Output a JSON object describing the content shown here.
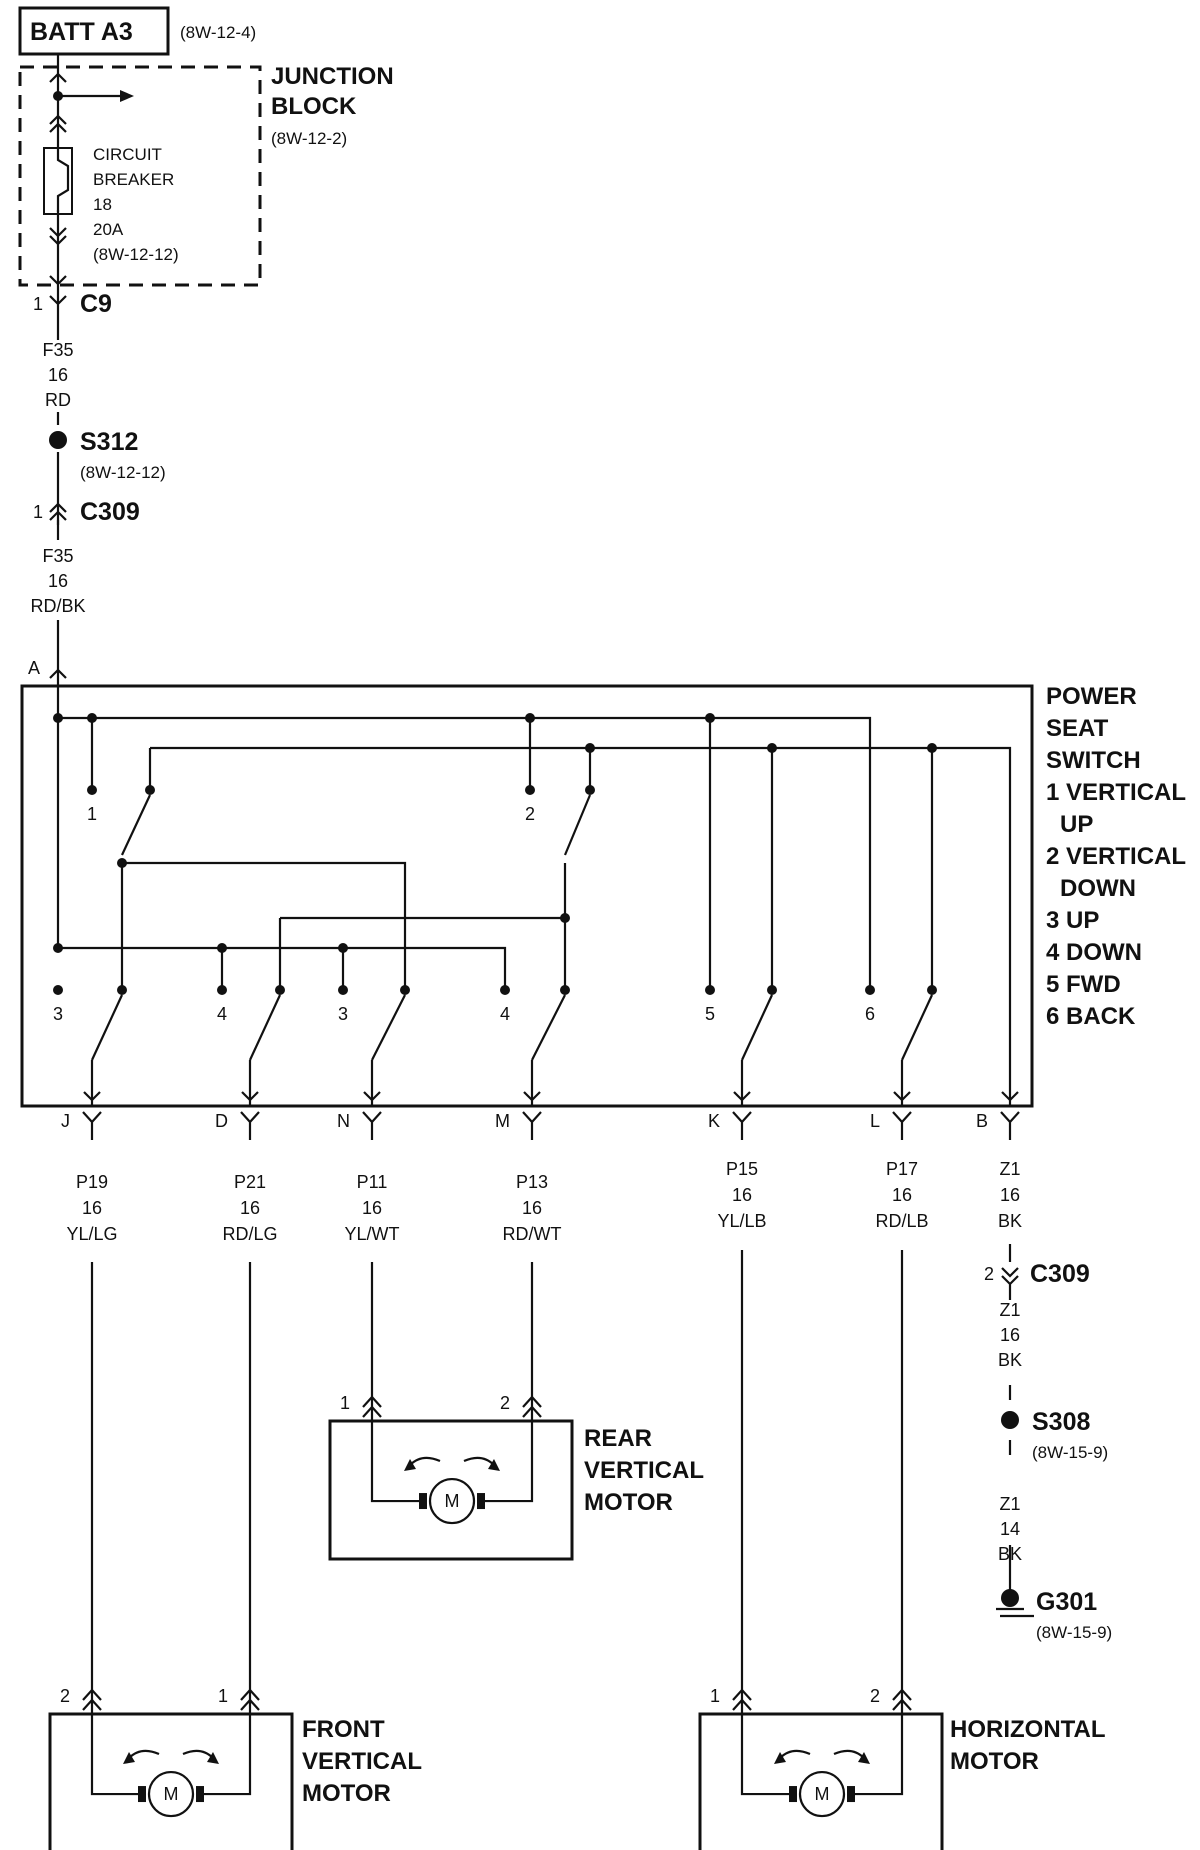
{
  "source": {
    "label": "BATT A3",
    "ref": "(8W-12-4)"
  },
  "junction_block": {
    "name_line1": "JUNCTION",
    "name_line2": "BLOCK",
    "ref": "(8W-12-2)"
  },
  "circuit_breaker": {
    "line1": "CIRCUIT",
    "line2": "BREAKER",
    "number": "18",
    "rating": "20A",
    "ref": "(8W-12-12)"
  },
  "connectors": {
    "c9": {
      "label": "C9",
      "pin": "1"
    },
    "c309_top": {
      "label": "C309",
      "pin": "1"
    },
    "c309_ground": {
      "label": "C309",
      "pin": "2"
    }
  },
  "splices": {
    "s312": {
      "label": "S312",
      "ref": "(8W-12-12)"
    },
    "s308": {
      "label": "S308",
      "ref": "(8W-15-9)"
    }
  },
  "ground": {
    "label": "G301",
    "ref": "(8W-15-9)"
  },
  "feed_wires": {
    "upper": {
      "circuit": "F35",
      "gauge": "16",
      "color": "RD"
    },
    "lower": {
      "circuit": "F35",
      "gauge": "16",
      "color": "RD/BK"
    }
  },
  "switch": {
    "input_pin": "A",
    "title_lines": [
      "POWER",
      "SEAT",
      "SWITCH",
      "1 VERTICAL",
      "UP",
      "2 VERTICAL",
      "DOWN",
      "3 UP",
      "4 DOWN",
      "5 FWD",
      "6 BACK"
    ],
    "contact_labels": [
      "1",
      "2",
      "3",
      "4",
      "3",
      "4",
      "5",
      "6"
    ]
  },
  "output_wires": [
    {
      "pin": "J",
      "circuit": "P19",
      "gauge": "16",
      "color": "YL/LG"
    },
    {
      "pin": "D",
      "circuit": "P21",
      "gauge": "16",
      "color": "RD/LG"
    },
    {
      "pin": "N",
      "circuit": "P11",
      "gauge": "16",
      "color": "YL/WT"
    },
    {
      "pin": "M",
      "circuit": "P13",
      "gauge": "16",
      "color": "RD/WT"
    },
    {
      "pin": "K",
      "circuit": "P15",
      "gauge": "16",
      "color": "YL/LB"
    },
    {
      "pin": "L",
      "circuit": "P17",
      "gauge": "16",
      "color": "RD/LB"
    },
    {
      "pin": "B",
      "circuit": "Z1",
      "gauge": "16",
      "color": "BK"
    }
  ],
  "ground_wires": [
    {
      "circuit": "Z1",
      "gauge": "16",
      "color": "BK"
    },
    {
      "circuit": "Z1",
      "gauge": "14",
      "color": "BK"
    }
  ],
  "motors": {
    "rear": {
      "name_lines": [
        "REAR",
        "VERTICAL",
        "MOTOR"
      ],
      "pin_left": "1",
      "pin_right": "2",
      "symbol": "M"
    },
    "front": {
      "name_lines": [
        "FRONT",
        "VERTICAL",
        "MOTOR"
      ],
      "pin_left": "2",
      "pin_right": "1",
      "symbol": "M"
    },
    "horizontal": {
      "name_lines": [
        "HORIZONTAL",
        "MOTOR"
      ],
      "pin_left": "1",
      "pin_right": "2",
      "symbol": "M"
    }
  }
}
